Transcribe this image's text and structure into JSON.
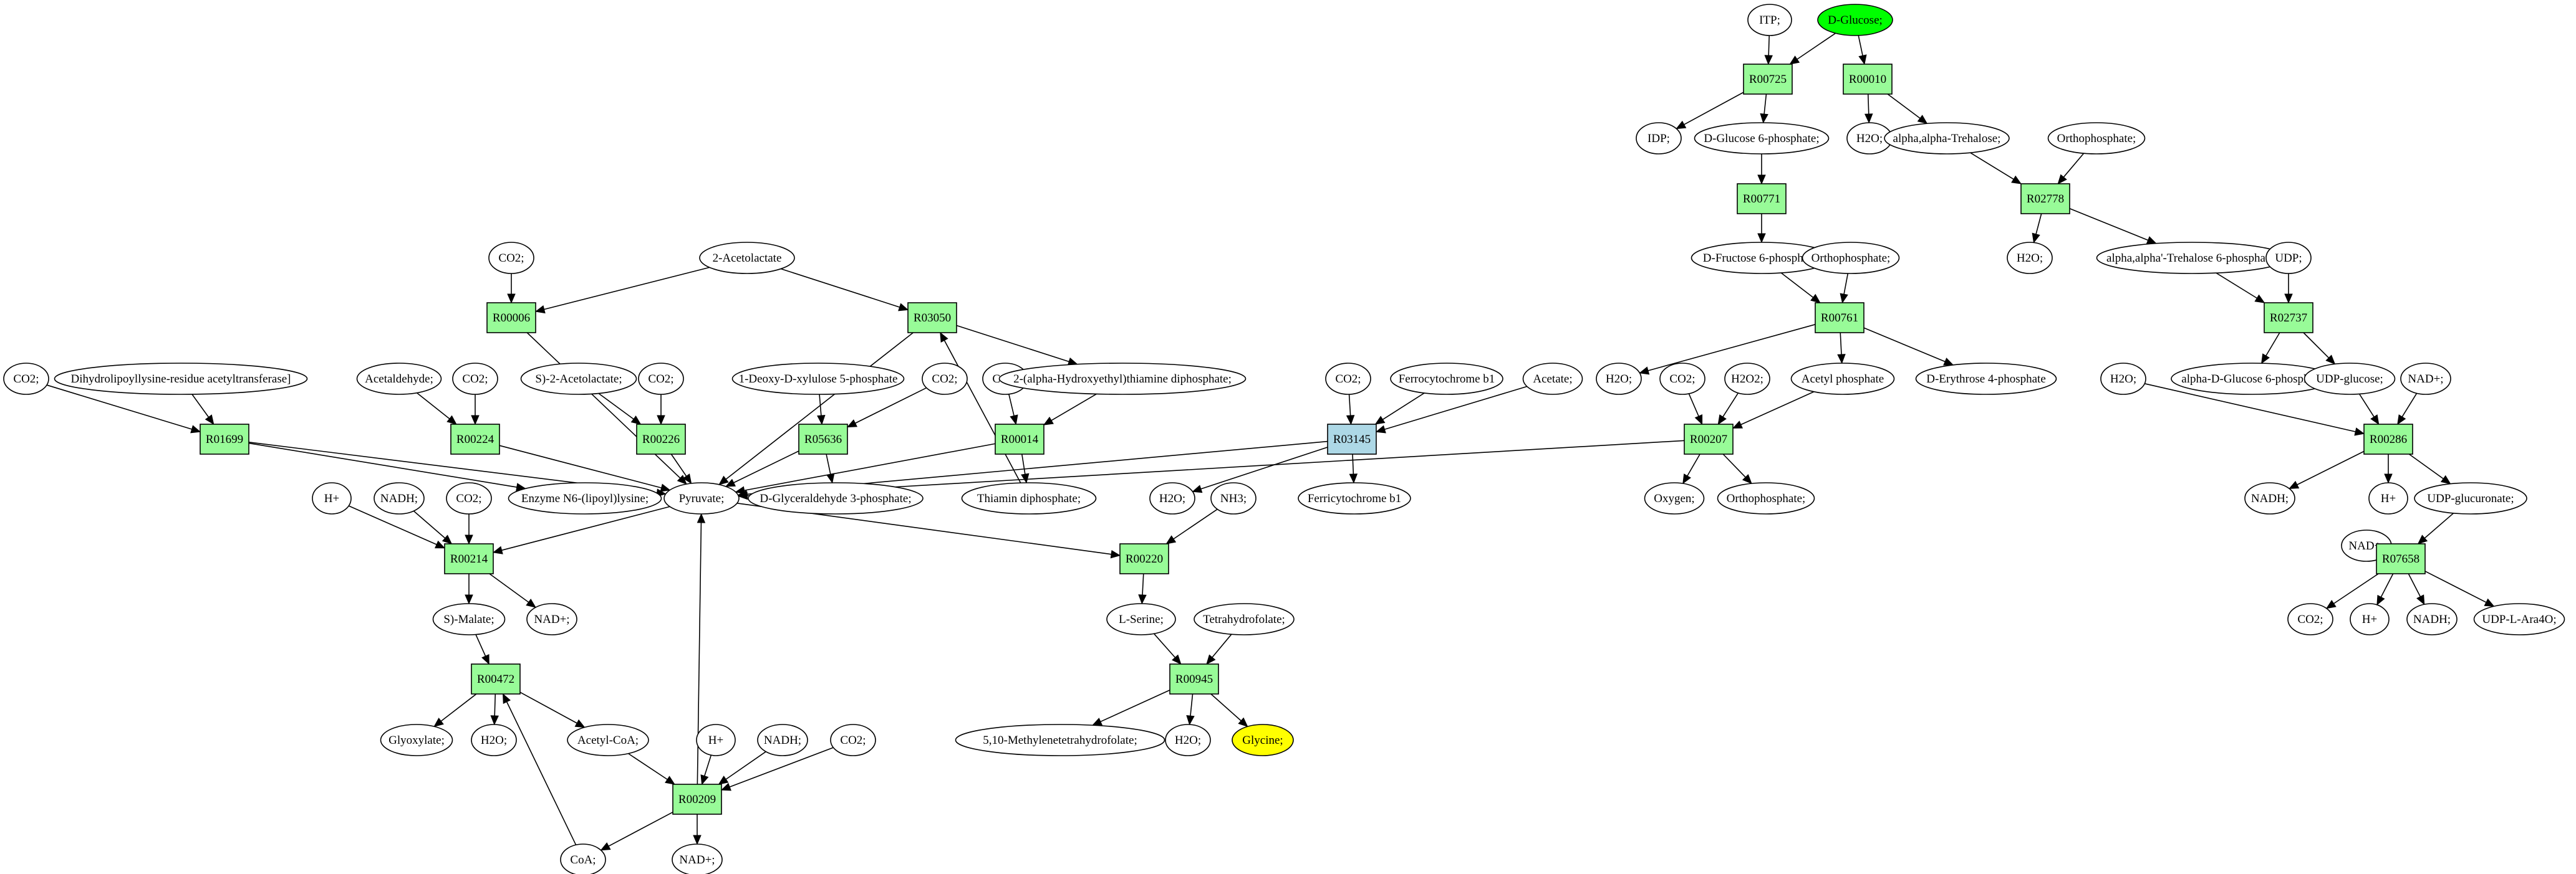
{
  "colors": {
    "reaction_fill": "#98fb98",
    "reaction_highlight_fill": "#add8e6",
    "metabolite_fill": "#ffffff",
    "source_fill": "#00ff00",
    "target_fill": "#ffff00",
    "stroke": "#000000"
  },
  "graph": {
    "metabolites": [
      {
        "id": "itp",
        "label": "ITP;"
      },
      {
        "id": "dglucose",
        "label": "D-Glucose;",
        "role": "source"
      },
      {
        "id": "idp",
        "label": "IDP;"
      },
      {
        "id": "g6p",
        "label": "D-Glucose 6-phosphate;"
      },
      {
        "id": "h2o_a",
        "label": "H2O;"
      },
      {
        "id": "trehalose",
        "label": "alpha,alpha-Trehalose;"
      },
      {
        "id": "orthop_a",
        "label": "Orthophosphate;"
      },
      {
        "id": "f6p",
        "label": "D-Fructose 6-phosphate;"
      },
      {
        "id": "orthop_b",
        "label": "Orthophosphate;"
      },
      {
        "id": "h2o_b",
        "label": "H2O;"
      },
      {
        "id": "t6p",
        "label": "alpha,alpha'-Trehalose 6-phosphate;"
      },
      {
        "id": "udp",
        "label": "UDP;"
      },
      {
        "id": "co2_a",
        "label": "CO2;"
      },
      {
        "id": "acetolactate",
        "label": "2-Acetolactate"
      },
      {
        "id": "co2_b",
        "label": "CO2;"
      },
      {
        "id": "dihydrolipo",
        "label": "Dihydrolipoyllysine-residue acetyltransferase]"
      },
      {
        "id": "acetaldehyde",
        "label": "Acetaldehyde;"
      },
      {
        "id": "co2_c",
        "label": "CO2;"
      },
      {
        "id": "s2acetolactate",
        "label": "S)-2-Acetolactate;"
      },
      {
        "id": "co2_d",
        "label": "CO2;"
      },
      {
        "id": "deoxyxylulose",
        "label": "1-Deoxy-D-xylulose 5-phosphate"
      },
      {
        "id": "co2_e",
        "label": "CO2;"
      },
      {
        "id": "co2_f",
        "label": "CO2;"
      },
      {
        "id": "hydroxyethyl_tpp",
        "label": "2-(alpha-Hydroxyethyl)thiamine diphosphate;"
      },
      {
        "id": "co2_g",
        "label": "CO2;"
      },
      {
        "id": "ferrocyt",
        "label": "Ferrocytochrome b1"
      },
      {
        "id": "acetate",
        "label": "Acetate;"
      },
      {
        "id": "h2o_c",
        "label": "H2O;"
      },
      {
        "id": "co2_h",
        "label": "CO2;"
      },
      {
        "id": "h2o2",
        "label": "H2O2;"
      },
      {
        "id": "acetylp",
        "label": "Acetyl phosphate"
      },
      {
        "id": "e4p",
        "label": "D-Erythrose 4-phosphate"
      },
      {
        "id": "h2o_d",
        "label": "H2O;"
      },
      {
        "id": "adg6p",
        "label": "alpha-D-Glucose 6-phosphate"
      },
      {
        "id": "udpglucose",
        "label": "UDP-glucose;"
      },
      {
        "id": "nadp_a",
        "label": "NAD+;"
      },
      {
        "id": "hplus_a",
        "label": "H+"
      },
      {
        "id": "nadh_a",
        "label": "NADH;"
      },
      {
        "id": "co2_i",
        "label": "CO2;"
      },
      {
        "id": "enzyme_n6",
        "label": "Enzyme N6-(lipoyl)lysine;"
      },
      {
        "id": "pyruvate",
        "label": "Pyruvate;"
      },
      {
        "id": "gap",
        "label": "D-Glyceraldehyde 3-phosphate;"
      },
      {
        "id": "tpp",
        "label": "Thiamin diphosphate;"
      },
      {
        "id": "h2o_e",
        "label": "H2O;"
      },
      {
        "id": "nh3",
        "label": "NH3;"
      },
      {
        "id": "ferricyt",
        "label": "Ferricytochrome b1"
      },
      {
        "id": "oxygen",
        "label": "Oxygen;"
      },
      {
        "id": "orthop_c",
        "label": "Orthophosphate;"
      },
      {
        "id": "nadh_b",
        "label": "NADH;"
      },
      {
        "id": "hplus_b",
        "label": "H+"
      },
      {
        "id": "udpglucuronate",
        "label": "UDP-glucuronate;"
      },
      {
        "id": "nadp_b",
        "label": "NAD+;"
      },
      {
        "id": "smalate",
        "label": "S)-Malate;"
      },
      {
        "id": "nadp_c",
        "label": "NAD+;"
      },
      {
        "id": "lserine",
        "label": "L-Serine;"
      },
      {
        "id": "thf",
        "label": "Tetrahydrofolate;"
      },
      {
        "id": "glyoxylate",
        "label": "Glyoxylate;"
      },
      {
        "id": "h2o_f",
        "label": "H2O;"
      },
      {
        "id": "acetylcoa",
        "label": "Acetyl-CoA;"
      },
      {
        "id": "hplus_c",
        "label": "H+"
      },
      {
        "id": "nadh_c",
        "label": "NADH;"
      },
      {
        "id": "co2_j",
        "label": "CO2;"
      },
      {
        "id": "methylene_thf",
        "label": "5,10-Methylenetetrahydrofolate;"
      },
      {
        "id": "h2o_g",
        "label": "H2O;"
      },
      {
        "id": "glycine",
        "label": "Glycine;",
        "role": "target"
      },
      {
        "id": "coa",
        "label": "CoA;"
      },
      {
        "id": "nadp_d",
        "label": "NAD+;"
      },
      {
        "id": "co2_k",
        "label": "CO2;"
      },
      {
        "id": "hplus_d",
        "label": "H+"
      },
      {
        "id": "nadh_d",
        "label": "NADH;"
      },
      {
        "id": "udp_lara4o",
        "label": "UDP-L-Ara4O;"
      }
    ],
    "reactions": [
      {
        "id": "R00725",
        "label": "R00725"
      },
      {
        "id": "R00010",
        "label": "R00010"
      },
      {
        "id": "R00771",
        "label": "R00771"
      },
      {
        "id": "R02778",
        "label": "R02778"
      },
      {
        "id": "R00761",
        "label": "R00761"
      },
      {
        "id": "R02737",
        "label": "R02737"
      },
      {
        "id": "R00006",
        "label": "R00006"
      },
      {
        "id": "R03050",
        "label": "R03050"
      },
      {
        "id": "R01699",
        "label": "R01699"
      },
      {
        "id": "R00224",
        "label": "R00224"
      },
      {
        "id": "R00226",
        "label": "R00226"
      },
      {
        "id": "R05636",
        "label": "R05636"
      },
      {
        "id": "R00014",
        "label": "R00014"
      },
      {
        "id": "R03145",
        "label": "R03145",
        "highlight": true
      },
      {
        "id": "R00207",
        "label": "R00207"
      },
      {
        "id": "R00286",
        "label": "R00286"
      },
      {
        "id": "R00214",
        "label": "R00214"
      },
      {
        "id": "R00220",
        "label": "R00220"
      },
      {
        "id": "R07658",
        "label": "R07658"
      },
      {
        "id": "R00472",
        "label": "R00472"
      },
      {
        "id": "R00945",
        "label": "R00945"
      },
      {
        "id": "R00209",
        "label": "R00209"
      }
    ],
    "edges": [
      [
        "itp",
        "R00725"
      ],
      [
        "dglucose",
        "R00725"
      ],
      [
        "dglucose",
        "R00010"
      ],
      [
        "R00725",
        "idp"
      ],
      [
        "R00725",
        "g6p"
      ],
      [
        "R00010",
        "h2o_a"
      ],
      [
        "R00010",
        "trehalose"
      ],
      [
        "g6p",
        "R00771"
      ],
      [
        "trehalose",
        "R02778"
      ],
      [
        "orthop_a",
        "R02778"
      ],
      [
        "R00771",
        "f6p"
      ],
      [
        "R02778",
        "h2o_b"
      ],
      [
        "R02778",
        "t6p"
      ],
      [
        "f6p",
        "R00761"
      ],
      [
        "orthop_b",
        "R00761"
      ],
      [
        "t6p",
        "R02737"
      ],
      [
        "udp",
        "R02737"
      ],
      [
        "R00761",
        "h2o_c"
      ],
      [
        "R00761",
        "acetylp"
      ],
      [
        "R00761",
        "e4p"
      ],
      [
        "R02737",
        "adg6p"
      ],
      [
        "R02737",
        "udpglucose"
      ],
      [
        "co2_a",
        "R00006"
      ],
      [
        "acetolactate",
        "R00006"
      ],
      [
        "acetolactate",
        "R03050"
      ],
      [
        "R00006",
        "pyruvate"
      ],
      [
        "R03050",
        "pyruvate"
      ],
      [
        "R03050",
        "hydroxyethyl_tpp"
      ],
      [
        "co2_b",
        "R01699"
      ],
      [
        "dihydrolipo",
        "R01699"
      ],
      [
        "R01699",
        "enzyme_n6"
      ],
      [
        "R01699",
        "pyruvate"
      ],
      [
        "acetaldehyde",
        "R00224"
      ],
      [
        "co2_c",
        "R00224"
      ],
      [
        "R00224",
        "pyruvate"
      ],
      [
        "s2acetolactate",
        "R00226"
      ],
      [
        "co2_d",
        "R00226"
      ],
      [
        "R00226",
        "pyruvate"
      ],
      [
        "deoxyxylulose",
        "R05636"
      ],
      [
        "co2_e",
        "R05636"
      ],
      [
        "R05636",
        "pyruvate"
      ],
      [
        "R05636",
        "gap"
      ],
      [
        "co2_f",
        "R00014"
      ],
      [
        "hydroxyethyl_tpp",
        "R00014"
      ],
      [
        "R00014",
        "pyruvate"
      ],
      [
        "R00014",
        "tpp"
      ],
      [
        "tpp",
        "R03050"
      ],
      [
        "co2_g",
        "R03145"
      ],
      [
        "ferrocyt",
        "R03145"
      ],
      [
        "acetate",
        "R03145"
      ],
      [
        "R03145",
        "pyruvate"
      ],
      [
        "R03145",
        "h2o_e"
      ],
      [
        "R03145",
        "ferricyt"
      ],
      [
        "co2_h",
        "R00207"
      ],
      [
        "h2o2",
        "R00207"
      ],
      [
        "acetylp",
        "R00207"
      ],
      [
        "R00207",
        "pyruvate"
      ],
      [
        "R00207",
        "oxygen"
      ],
      [
        "R00207",
        "orthop_c"
      ],
      [
        "h2o_d",
        "R00286"
      ],
      [
        "udpglucose",
        "R00286"
      ],
      [
        "nadp_a",
        "R00286"
      ],
      [
        "R00286",
        "nadh_b"
      ],
      [
        "R00286",
        "hplus_b"
      ],
      [
        "R00286",
        "udpglucuronate"
      ],
      [
        "hplus_a",
        "R00214"
      ],
      [
        "nadh_a",
        "R00214"
      ],
      [
        "co2_i",
        "R00214"
      ],
      [
        "pyruvate",
        "R00214"
      ],
      [
        "R00214",
        "smalate"
      ],
      [
        "R00214",
        "nadp_c"
      ],
      [
        "pyruvate",
        "R00220"
      ],
      [
        "nh3",
        "R00220"
      ],
      [
        "R00220",
        "lserine"
      ],
      [
        "nadp_b",
        "R07658"
      ],
      [
        "udpglucuronate",
        "R07658"
      ],
      [
        "R07658",
        "co2_k"
      ],
      [
        "R07658",
        "hplus_d"
      ],
      [
        "R07658",
        "nadh_d"
      ],
      [
        "R07658",
        "udp_lara4o"
      ],
      [
        "smalate",
        "R00472"
      ],
      [
        "coa",
        "R00472"
      ],
      [
        "R00472",
        "glyoxylate"
      ],
      [
        "R00472",
        "h2o_f"
      ],
      [
        "R00472",
        "acetylcoa"
      ],
      [
        "lserine",
        "R00945"
      ],
      [
        "thf",
        "R00945"
      ],
      [
        "R00945",
        "methylene_thf"
      ],
      [
        "R00945",
        "h2o_g"
      ],
      [
        "R00945",
        "glycine"
      ],
      [
        "acetylcoa",
        "R00209"
      ],
      [
        "hplus_c",
        "R00209"
      ],
      [
        "nadh_c",
        "R00209"
      ],
      [
        "co2_j",
        "R00209"
      ],
      [
        "R00209",
        "pyruvate"
      ],
      [
        "R00209",
        "coa"
      ],
      [
        "R00209",
        "nadp_d"
      ]
    ]
  }
}
